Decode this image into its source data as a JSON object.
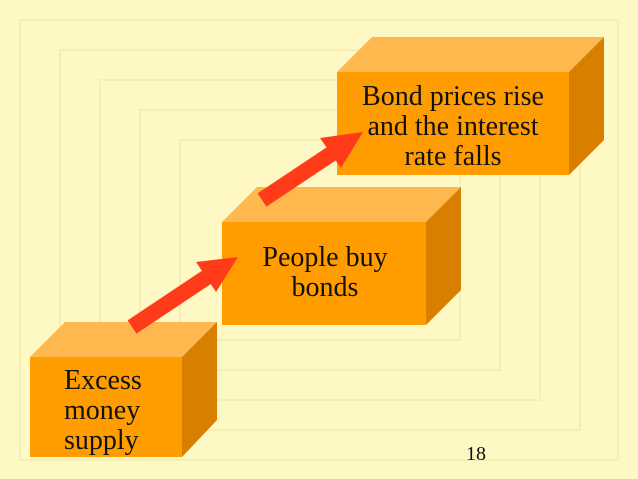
{
  "slide": {
    "page_number": "18",
    "colors": {
      "background": "#fdf8c4",
      "box_front": "#ff9c00",
      "box_top": "#ffb84d",
      "box_side": "#d97f00",
      "arrow": "#ff3b1a"
    }
  },
  "steps": [
    {
      "label": "Excess\nmoney\nsupply"
    },
    {
      "label": "People buy\nbonds"
    },
    {
      "label": "Bond prices rise\nand the interest\nrate falls"
    }
  ]
}
